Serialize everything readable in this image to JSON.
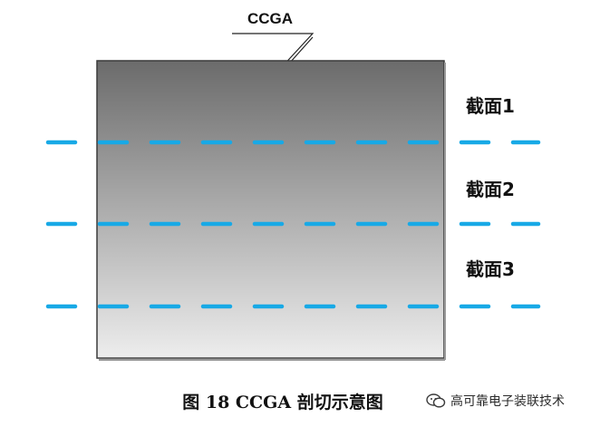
{
  "diagram": {
    "component_label": "CCGA",
    "sections": [
      {
        "label": "截面1"
      },
      {
        "label": "截面2"
      },
      {
        "label": "截面3"
      }
    ],
    "caption": "图 18 CCGA 剖切示意图",
    "watermark": "高可靠电子装联技术",
    "colors": {
      "block_top": "#6b6b6b",
      "block_bottom": "#ededed",
      "block_border": "#3a3a3a",
      "section_line": "#18a9e6",
      "text": "#111111"
    }
  }
}
